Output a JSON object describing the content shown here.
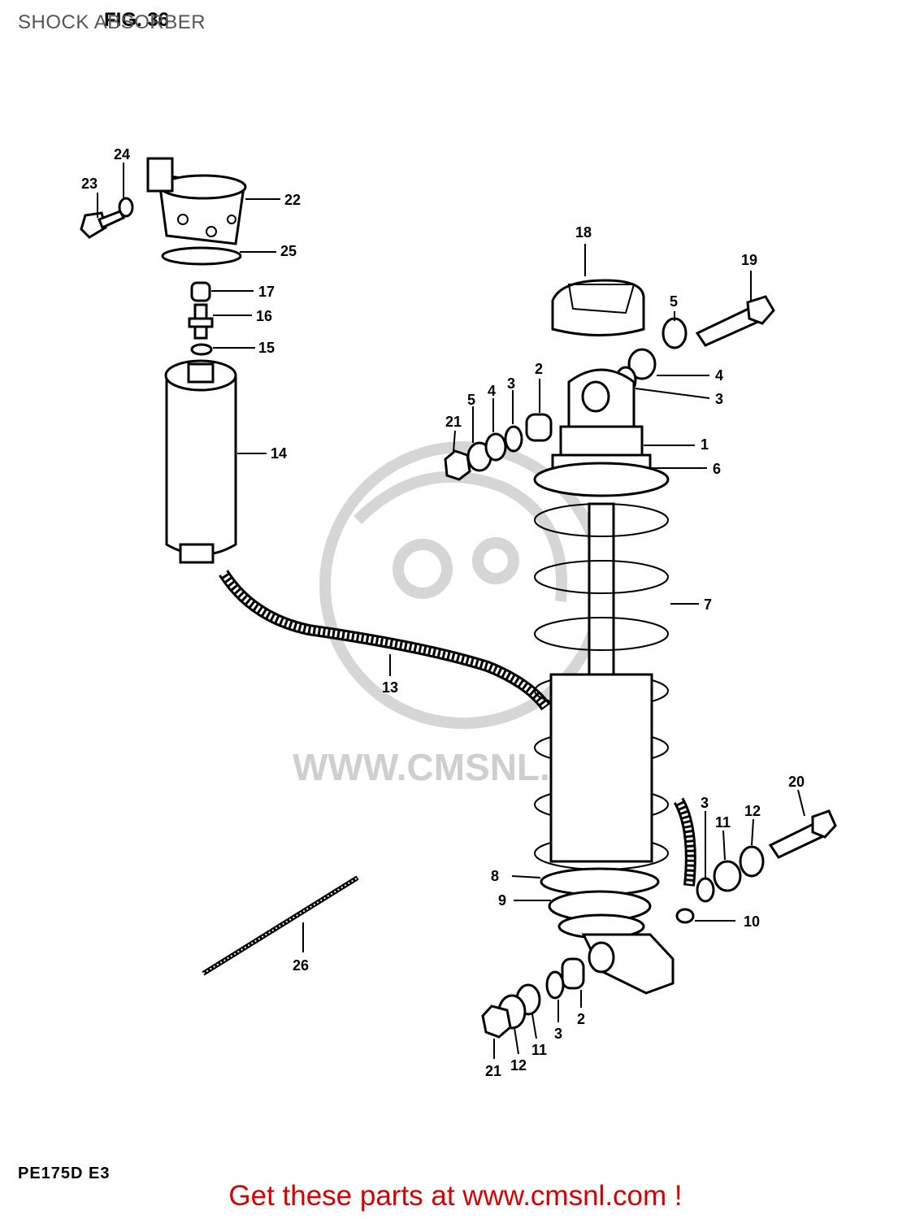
{
  "page": {
    "title": "SHOCK ABSORBER",
    "figure_label": "FIG. 36",
    "model_code": "PE175D  E3",
    "watermark": "WWW.CMSNL.COM",
    "banner": "Get these parts at www.cmsnl.com !"
  },
  "colors": {
    "banner": "#d40000",
    "title": "#555555",
    "watermark": "#d6d6d6",
    "ink": "#000000"
  },
  "callouts": [
    {
      "id": "c23",
      "text": "23"
    },
    {
      "id": "c24",
      "text": "24"
    },
    {
      "id": "c22",
      "text": "22"
    },
    {
      "id": "c25",
      "text": "25"
    },
    {
      "id": "c17",
      "text": "17"
    },
    {
      "id": "c16",
      "text": "16"
    },
    {
      "id": "c15",
      "text": "15"
    },
    {
      "id": "c14",
      "text": "14"
    },
    {
      "id": "c13",
      "text": "13"
    },
    {
      "id": "c18",
      "text": "18"
    },
    {
      "id": "c19",
      "text": "19"
    },
    {
      "id": "c5a",
      "text": "5"
    },
    {
      "id": "c4a",
      "text": "4"
    },
    {
      "id": "c3a",
      "text": "3"
    },
    {
      "id": "c1",
      "text": "1"
    },
    {
      "id": "c6",
      "text": "6"
    },
    {
      "id": "c2a",
      "text": "2"
    },
    {
      "id": "c3b",
      "text": "3"
    },
    {
      "id": "c4b",
      "text": "4"
    },
    {
      "id": "c5b",
      "text": "5"
    },
    {
      "id": "c21a",
      "text": "21"
    },
    {
      "id": "c7",
      "text": "7"
    },
    {
      "id": "c20",
      "text": "20"
    },
    {
      "id": "c3c",
      "text": "3"
    },
    {
      "id": "c11a",
      "text": "11"
    },
    {
      "id": "c12a",
      "text": "12"
    },
    {
      "id": "c8",
      "text": "8"
    },
    {
      "id": "c9",
      "text": "9"
    },
    {
      "id": "c10",
      "text": "10"
    },
    {
      "id": "c26",
      "text": "26"
    },
    {
      "id": "c2b",
      "text": "2"
    },
    {
      "id": "c3d",
      "text": "3"
    },
    {
      "id": "c11b",
      "text": "11"
    },
    {
      "id": "c12b",
      "text": "12"
    },
    {
      "id": "c21b",
      "text": "21"
    }
  ]
}
